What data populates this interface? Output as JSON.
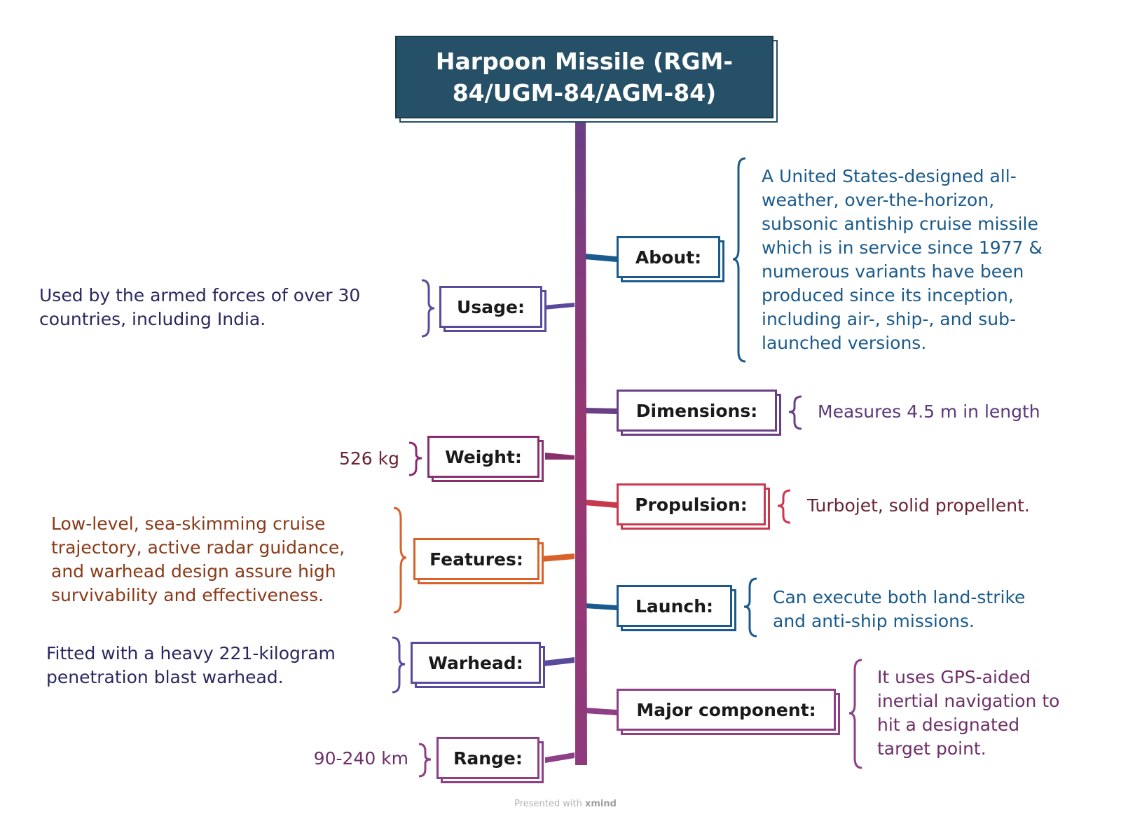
{
  "title": "Harpoon Missile (RGM-84/UGM-84/AGM-84)",
  "colors": {
    "title_bg": "#265068",
    "spine": "#9a3670",
    "navy": "#1a5a8c",
    "purple": "#5b4a9c",
    "magenta": "#8a2f6e",
    "red": "#c9394e",
    "orange": "#d9622b",
    "plum": "#8e3f86"
  },
  "branches": {
    "about": {
      "label": "About:",
      "text": "A United States-designed all-\nweather, over-the-horizon,\nsubsonic antiship cruise missile\nwhich is in service since 1977 &\nnumerous variants have been\nproduced since its inception,\nincluding air-, ship-, and sub-\nlaunched versions."
    },
    "usage": {
      "label": "Usage:",
      "text": "Used by the armed forces of over 30\ncountries, including India."
    },
    "dimensions": {
      "label": "Dimensions:",
      "text": "Measures 4.5 m in length"
    },
    "weight": {
      "label": "Weight:",
      "text": "526 kg"
    },
    "propulsion": {
      "label": "Propulsion:",
      "text": "Turbojet, solid propellent."
    },
    "features": {
      "label": "Features:",
      "text": "Low-level, sea-skimming cruise\ntrajectory, active radar guidance,\nand warhead design assure high\nsurvivability and effectiveness."
    },
    "launch": {
      "label": "Launch:",
      "text": "Can execute both land-strike\nand anti-ship missions."
    },
    "warhead": {
      "label": "Warhead:",
      "text": "Fitted with a heavy 221-kilogram\npenetration blast warhead."
    },
    "major_component": {
      "label": "Major component:",
      "text": "It uses GPS-aided\ninertial navigation to\nhit a designated\ntarget point."
    },
    "range": {
      "label": "Range:",
      "text": "90-240 km"
    }
  },
  "footer": {
    "prefix": "Presented with ",
    "brand": "xmind"
  }
}
